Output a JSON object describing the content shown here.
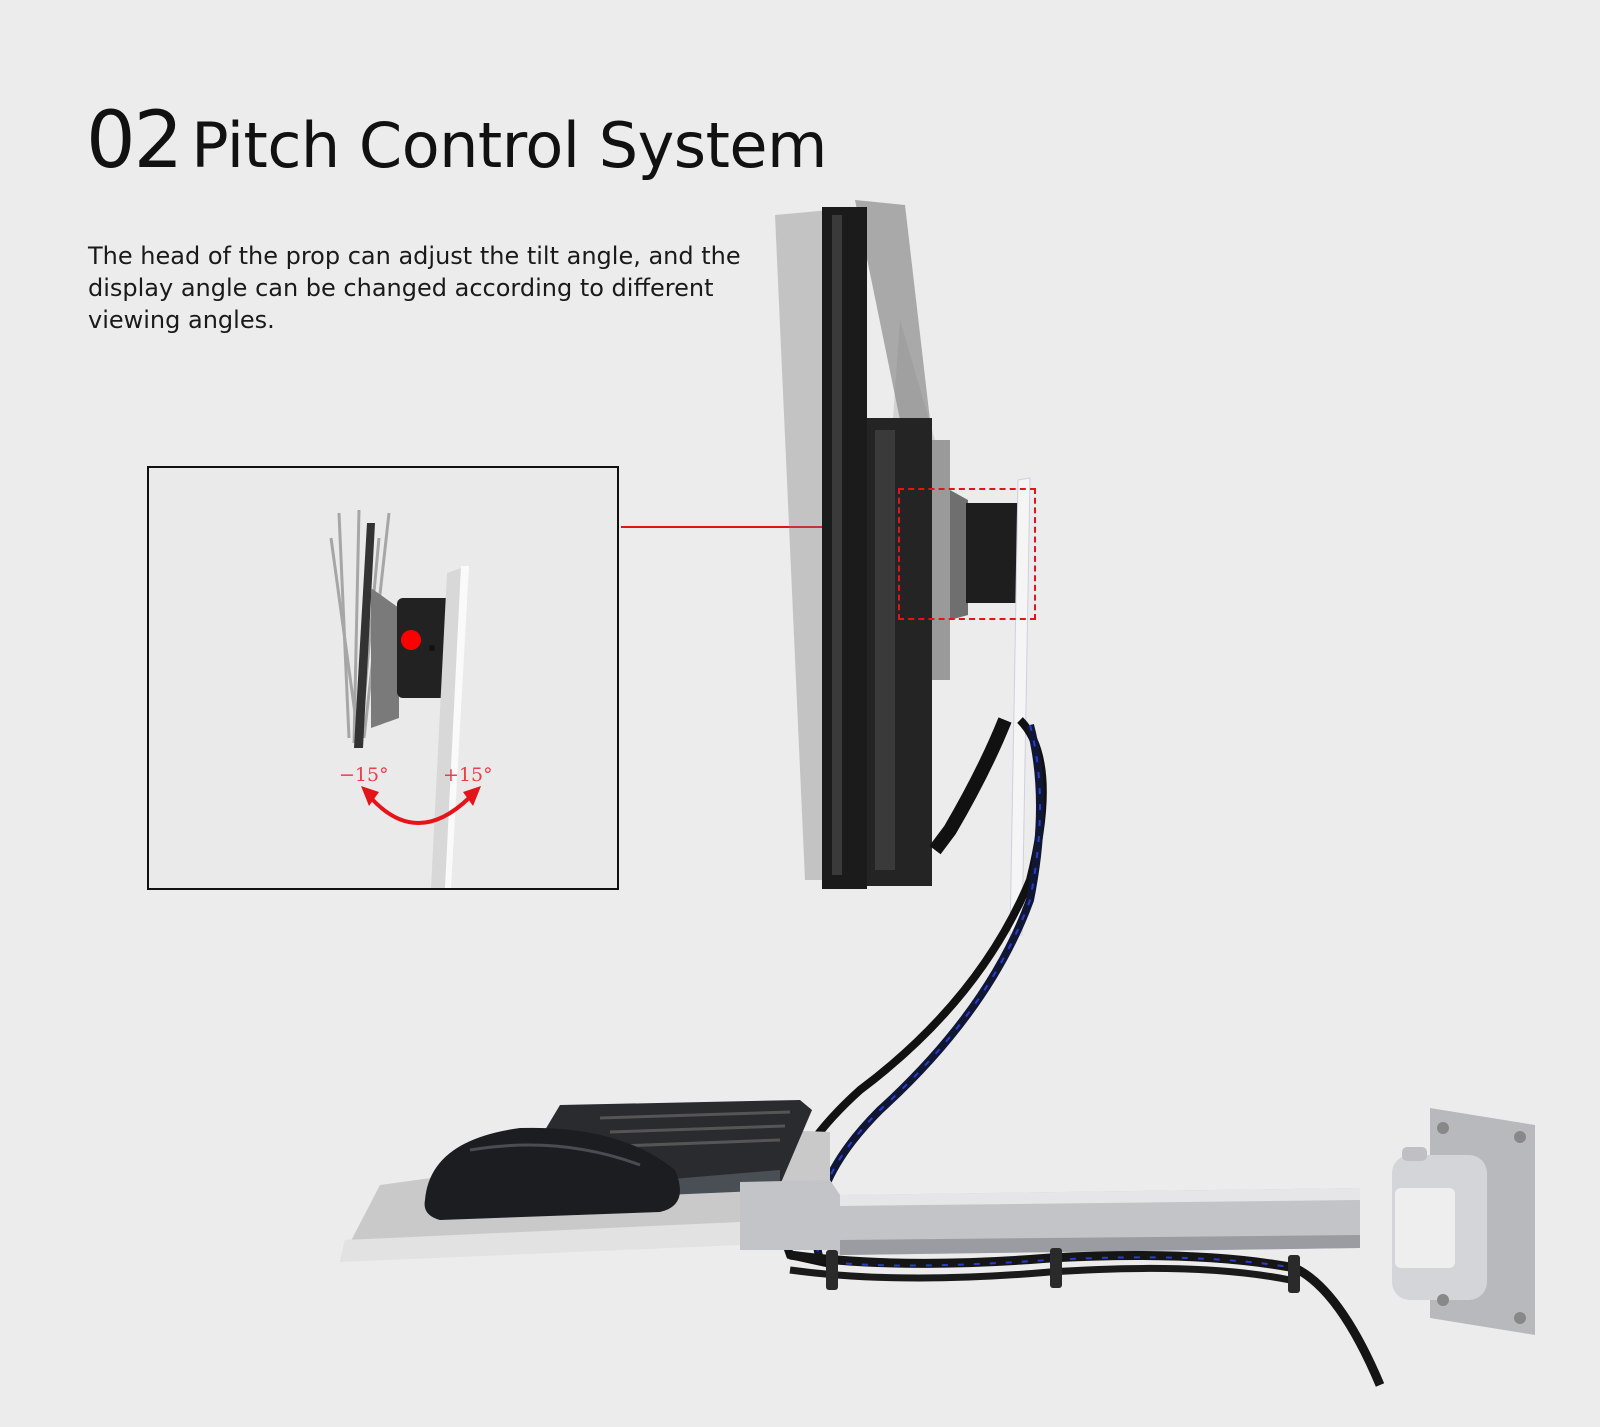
{
  "header": {
    "section_number": "02",
    "title": "Pitch Control System"
  },
  "description": "The head of the prop can adjust the tilt angle, and the display angle can be changed according to different viewing angles.",
  "inset": {
    "angle_minus": "−15°",
    "angle_plus": "+15°",
    "pivot_color": "#ff0000"
  },
  "colors": {
    "background": "#ececec",
    "accent_red": "#e0141b",
    "text": "#111111"
  },
  "product_parts": [
    "monitor",
    "tilt-head",
    "vertical-pole",
    "cables",
    "keyboard-tray",
    "keyboard",
    "mouse",
    "swing-arm",
    "wall-mount-plate"
  ]
}
